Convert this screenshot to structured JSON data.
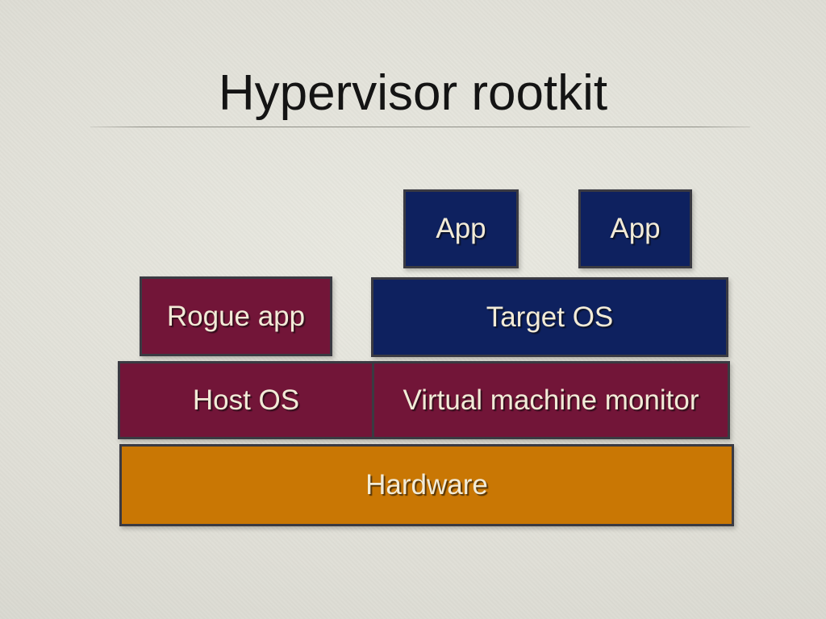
{
  "slide": {
    "title": "Hypervisor rootkit"
  },
  "diagram": {
    "boxes": [
      {
        "id": "app-1",
        "label": "App"
      },
      {
        "id": "app-2",
        "label": "App"
      },
      {
        "id": "rogue-app",
        "label": "Rogue app"
      },
      {
        "id": "target-os",
        "label": "Target OS"
      },
      {
        "id": "host-os",
        "label": "Host OS"
      },
      {
        "id": "vmm",
        "label": "Virtual machine monitor"
      },
      {
        "id": "hardware",
        "label": "Hardware"
      }
    ],
    "colors": {
      "navy": "#0e215f",
      "maroon": "#721538",
      "orange": "#c97704",
      "box_border": "#3a3a42",
      "label_text": "#f2ebd7",
      "title_text": "#141414",
      "divider_line": "#8f8f87"
    }
  }
}
